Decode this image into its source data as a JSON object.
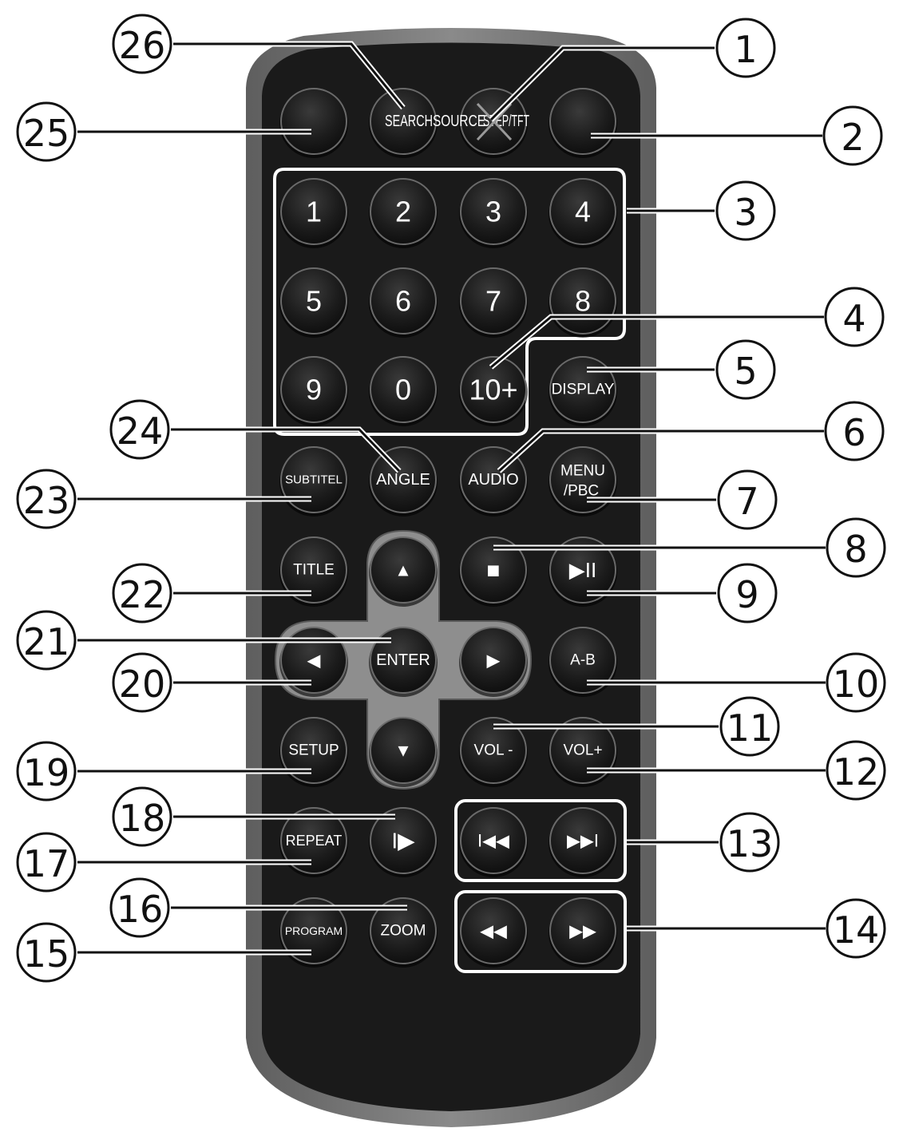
{
  "colors": {
    "body_outer": "#7a7a7a",
    "body_inner": "#1a1a1a",
    "button_fill": "#1b1b1b",
    "button_ring": "#6f6f6f",
    "dpad_fill": "#8f8f8f",
    "callout": "#111111"
  },
  "buttons": {
    "b25": {
      "label": ""
    },
    "search": {
      "label": "SEARCH"
    },
    "source": {
      "label": "SOURCE"
    },
    "step": {
      "label": "STEP/TFT"
    },
    "b2": {
      "label": ""
    },
    "n1": {
      "label": "1"
    },
    "n2": {
      "label": "2"
    },
    "n3": {
      "label": "3"
    },
    "n4": {
      "label": "4"
    },
    "n5": {
      "label": "5"
    },
    "n6": {
      "label": "6"
    },
    "n7": {
      "label": "7"
    },
    "n8": {
      "label": "8"
    },
    "n9": {
      "label": "9"
    },
    "n0": {
      "label": "0"
    },
    "n10": {
      "label": "10+"
    },
    "display": {
      "label": "DISPLAY"
    },
    "subtitel": {
      "label": "SUBTITEL"
    },
    "angle": {
      "label": "ANGLE"
    },
    "audio": {
      "label": "AUDIO"
    },
    "menu1": {
      "label": "MENU"
    },
    "menu2": {
      "label": "/PBC"
    },
    "title": {
      "label": "TITLE"
    },
    "up": {
      "label": "▲",
      "icon": "arrow-up-icon"
    },
    "stop": {
      "label": "■",
      "icon": "stop-icon"
    },
    "playpause": {
      "label": "▶II",
      "icon": "play-pause-icon"
    },
    "left": {
      "label": "◀",
      "icon": "arrow-left-icon"
    },
    "enter": {
      "label": "ENTER"
    },
    "right": {
      "label": "▶",
      "icon": "arrow-right-icon"
    },
    "ab": {
      "label": "A-B"
    },
    "setup": {
      "label": "SETUP"
    },
    "down": {
      "label": "▼",
      "icon": "arrow-down-icon"
    },
    "volm": {
      "label": "VOL -"
    },
    "volp": {
      "label": "VOL+"
    },
    "repeat": {
      "label": "REPEAT"
    },
    "slow": {
      "label": "I▶",
      "icon": "slow-play-icon"
    },
    "prev": {
      "label": "I◀◀",
      "icon": "skip-previous-icon"
    },
    "next": {
      "label": "▶▶I",
      "icon": "skip-next-icon"
    },
    "program": {
      "label": "PROGRAM"
    },
    "zoom": {
      "label": "ZOOM"
    },
    "rew": {
      "label": "◀◀",
      "icon": "rewind-icon"
    },
    "ff": {
      "label": "▶▶",
      "icon": "fast-forward-icon"
    }
  },
  "callouts": {
    "c1": "1",
    "c2": "2",
    "c3": "3",
    "c4": "4",
    "c5": "5",
    "c6": "6",
    "c7": "7",
    "c8": "8",
    "c9": "9",
    "c10": "10",
    "c11": "11",
    "c12": "12",
    "c13": "13",
    "c14": "14",
    "c15": "15",
    "c16": "16",
    "c17": "17",
    "c18": "18",
    "c19": "19",
    "c20": "20",
    "c21": "21",
    "c22": "22",
    "c23": "23",
    "c24": "24",
    "c25": "25",
    "c26": "26"
  }
}
